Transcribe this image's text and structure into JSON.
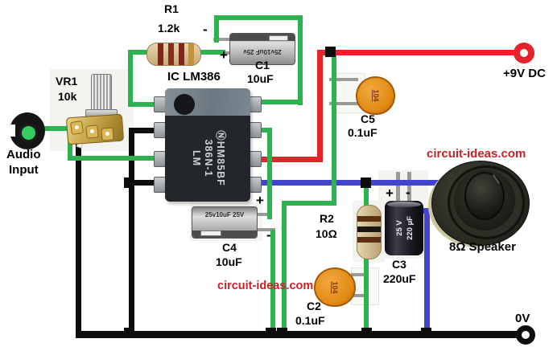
{
  "diagram": {
    "watermark": "circuit-ideas.com",
    "power_positive_label": "+9V DC",
    "power_negative_label": "0V",
    "audio_input_label_line1": "Audio",
    "audio_input_label_line2": "Input",
    "speaker_label": "8Ω Speaker",
    "ic_label": "IC LM386"
  },
  "components": {
    "vr1": {
      "ref": "VR1",
      "value": "10k"
    },
    "r1": {
      "ref": "R1",
      "value": "1.2k"
    },
    "r2": {
      "ref": "R2",
      "value": "10Ω"
    },
    "c1": {
      "ref": "C1",
      "value": "10uF",
      "body_text": "25v10uF 25v",
      "plus": "+",
      "minus": "-"
    },
    "c2": {
      "ref": "C2",
      "value": "0.1uF",
      "body_text": "104"
    },
    "c3": {
      "ref": "C3",
      "value": "220uF",
      "body_text_line1": "25 V",
      "body_text_line2": "220 µF",
      "plus": "+",
      "minus": "-"
    },
    "c4": {
      "ref": "C4",
      "value": "10uF",
      "body_text": "25v10uF 25V",
      "plus": "+",
      "minus": "-"
    },
    "c5": {
      "ref": "C5",
      "value": "0.1uF",
      "body_text": "104"
    },
    "ic": {
      "logo_mark": "Ⓝ",
      "marking_lot": "HM85BF",
      "marking_part_line1": "LM",
      "marking_part_line2": "386N-1"
    }
  },
  "colors": {
    "wire_green": "#2eb14f",
    "wire_red": "#e5232b",
    "wire_blue": "#4244cb",
    "wire_black": "#0d0d0d",
    "watermark_red": "#cb2027",
    "terminal_positive": "#e5232b",
    "terminal_negative": "#0d0d0d"
  }
}
